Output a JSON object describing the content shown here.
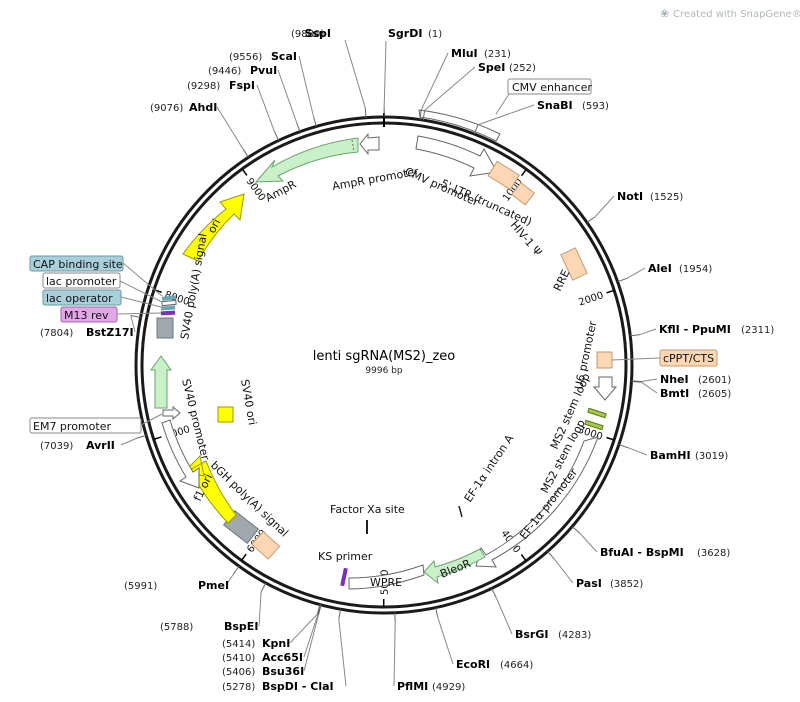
{
  "plasmid": {
    "name": "lenti sgRNA(MS2)_zeo",
    "size_label": "9996 bp",
    "length": 9996
  },
  "credit": "Created with SnapGene®",
  "ticks": [
    {
      "pos": 1000,
      "label": "1000"
    },
    {
      "pos": 2000,
      "label": "2000"
    },
    {
      "pos": 3000,
      "label": "3000"
    },
    {
      "pos": 4000,
      "label": "4000"
    },
    {
      "pos": 5000,
      "label": "5000"
    },
    {
      "pos": 6000,
      "label": "6000"
    },
    {
      "pos": 7000,
      "label": "7000"
    },
    {
      "pos": 8000,
      "label": "8000"
    },
    {
      "pos": 9000,
      "label": "9000"
    }
  ],
  "sites": [
    {
      "name": "SspI",
      "pos": 9880,
      "pos_label": "(9880)"
    },
    {
      "name": "SgrDI",
      "pos": 1,
      "pos_label": "(1)"
    },
    {
      "name": "MluI",
      "pos": 231,
      "pos_label": "(231)"
    },
    {
      "name": "SpeI",
      "pos": 252,
      "pos_label": "(252)"
    },
    {
      "name": "SnaBI",
      "pos": 593,
      "pos_label": "(593)"
    },
    {
      "name": "NotI",
      "pos": 1525,
      "pos_label": "(1525)"
    },
    {
      "name": "AleI",
      "pos": 1954,
      "pos_label": "(1954)"
    },
    {
      "name": "KflI - PpuMI",
      "pos": 2311,
      "pos_label": "(2311)"
    },
    {
      "name": "NheI",
      "pos": 2601,
      "pos_label": "(2601)"
    },
    {
      "name": "BmtI",
      "pos": 2605,
      "pos_label": "(2605)"
    },
    {
      "name": "BamHI",
      "pos": 3019,
      "pos_label": "(3019)"
    },
    {
      "name": "BfuAI - BspMI",
      "pos": 3628,
      "pos_label": "(3628)"
    },
    {
      "name": "PasI",
      "pos": 3852,
      "pos_label": "(3852)"
    },
    {
      "name": "BsrGI",
      "pos": 4283,
      "pos_label": "(4283)"
    },
    {
      "name": "EcoRI",
      "pos": 4664,
      "pos_label": "(4664)"
    },
    {
      "name": "PflMI",
      "pos": 4929,
      "pos_label": "(4929)"
    },
    {
      "name": "BspDI - ClaI",
      "pos": 5278,
      "pos_label": "(5278)"
    },
    {
      "name": "Bsu36I",
      "pos": 5406,
      "pos_label": "(5406)"
    },
    {
      "name": "Acc65I",
      "pos": 5410,
      "pos_label": "(5410)"
    },
    {
      "name": "KpnI",
      "pos": 5414,
      "pos_label": "(5414)"
    },
    {
      "name": "BspEI",
      "pos": 5788,
      "pos_label": "(5788)"
    },
    {
      "name": "PmeI",
      "pos": 5991,
      "pos_label": "(5991)"
    },
    {
      "name": "AvrII",
      "pos": 7039,
      "pos_label": "(7039)"
    },
    {
      "name": "BstZ17I",
      "pos": 7804,
      "pos_label": "(7804)"
    },
    {
      "name": "AhdI",
      "pos": 9076,
      "pos_label": "(9076)"
    },
    {
      "name": "FspI",
      "pos": 9298,
      "pos_label": "(9298)"
    },
    {
      "name": "PvuI",
      "pos": 9446,
      "pos_label": "(9446)"
    },
    {
      "name": "ScaI",
      "pos": 9556,
      "pos_label": "(9556)"
    }
  ],
  "features": [
    {
      "name": "CMV enhancer",
      "color": "#ffffff",
      "boxed": true
    },
    {
      "name": "CMV promoter",
      "color": "#ffffff"
    },
    {
      "name": "5' LTR (truncated)",
      "color": "#fbd7b5",
      "boxed": true
    },
    {
      "name": "HIV-1 Ψ",
      "color": "#fbd7b5"
    },
    {
      "name": "RRE",
      "color": "#fbd7b5"
    },
    {
      "name": "cPPT/CTS",
      "color": "#fbd7b5",
      "boxed": true
    },
    {
      "name": "U6 promoter",
      "color": "#ffffff"
    },
    {
      "name": "MS2 stem loop",
      "color": "#a6c84c"
    },
    {
      "name": "EF-1α promoter",
      "color": "#ffffff"
    },
    {
      "name": "EF-1α intron A",
      "color": "#ffffff"
    },
    {
      "name": "BleoR",
      "color": "#c9f0c9"
    },
    {
      "name": "WPRE",
      "color": "#ffffff"
    },
    {
      "name": "Factor Xa site",
      "color": "#000000"
    },
    {
      "name": "KS primer",
      "color": "#7b2fbf"
    },
    {
      "name": "bGH poly(A) signal",
      "color": "#a0a8ad"
    },
    {
      "name": "f1 ori",
      "color": "#ffff00"
    },
    {
      "name": "SV40 promoter",
      "color": "#ffffff"
    },
    {
      "name": "SV40 ori",
      "color": "#ffff00"
    },
    {
      "name": "EM7 promoter",
      "color": "#ffffff",
      "boxed": true
    },
    {
      "name": "SV40 poly(A) signal",
      "color": "#a0a8ad"
    },
    {
      "name": "CAP binding site",
      "color": "#a9d0da",
      "boxed": true
    },
    {
      "name": "lac promoter",
      "color": "#ffffff",
      "boxed": true
    },
    {
      "name": "lac operator",
      "color": "#a9d0da",
      "boxed": true
    },
    {
      "name": "M13 rev",
      "color": "#e2a7e7",
      "boxed": true
    },
    {
      "name": "ori",
      "color": "#ffff00"
    },
    {
      "name": "AmpR",
      "color": "#c9f0c9"
    },
    {
      "name": "AmpR promoter",
      "color": "#ffffff"
    }
  ]
}
